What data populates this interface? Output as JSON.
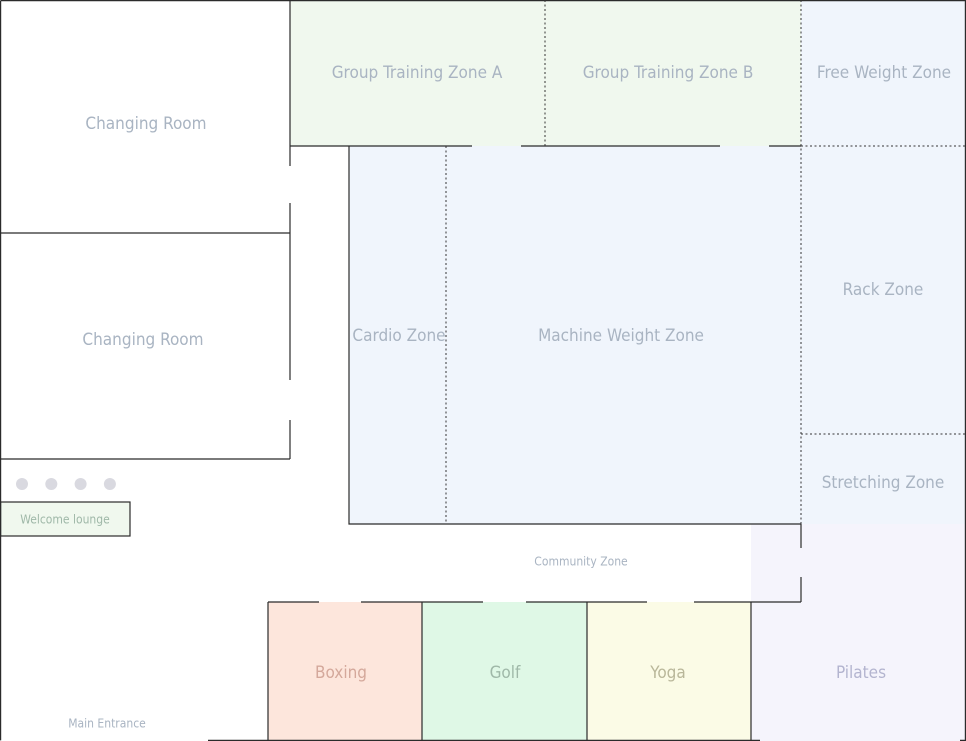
{
  "rooms": {
    "changing_room_1": {
      "label": "Changing Room",
      "fill": "#ffffff"
    },
    "changing_room_2": {
      "label": "Changing Room",
      "fill": "#ffffff"
    },
    "group_training_a": {
      "label": "Group Training Zone A",
      "fill": "#f0f8ee"
    },
    "group_training_b": {
      "label": "Group Training Zone B",
      "fill": "#f0f8ee"
    },
    "free_weight": {
      "label": "Free Weight Zone",
      "fill": "#f0f5fc"
    },
    "cardio": {
      "label": "Cardio Zone",
      "fill": "#f0f5fc"
    },
    "machine_weight": {
      "label": "Machine Weight Zone",
      "fill": "#f0f5fc"
    },
    "rack": {
      "label": "Rack Zone",
      "fill": "#f0f5fc"
    },
    "stretching": {
      "label": "Stretching Zone",
      "fill": "#f0f5fc"
    },
    "welcome_lounge": {
      "label": "Welcome lounge",
      "fill": "#f0f8ee"
    },
    "community": {
      "label": "Community Zone",
      "fill": "#ffffff"
    },
    "boxing": {
      "label": "Boxing",
      "fill": "#fde6dc",
      "text_color": "#d4a89b"
    },
    "golf": {
      "label": "Golf",
      "fill": "#dff8e6",
      "text_color": "#9fb8a8"
    },
    "yoga": {
      "label": "Yoga",
      "fill": "#fbfbe6",
      "text_color": "#b9b79a"
    },
    "pilates": {
      "label": "Pilates",
      "fill": "#f5f4fc",
      "text_color": "#b3b4cf"
    }
  },
  "main_entrance": {
    "label": "Main Entrance"
  },
  "seats": {
    "count": 4,
    "color": "#d9d9e0"
  },
  "colors": {
    "wall": "#2b2b2b",
    "label": "#a9b4c2"
  }
}
